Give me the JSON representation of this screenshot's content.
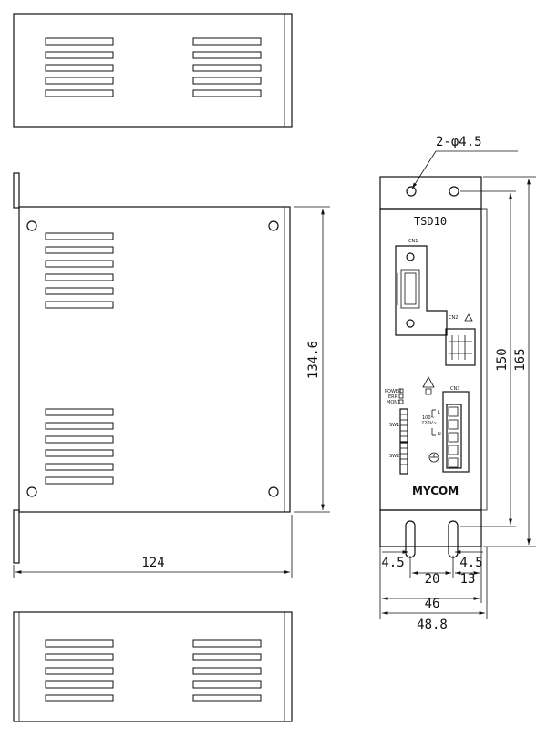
{
  "dimensions": {
    "height_side": "134.6",
    "width_side": "124",
    "hole_callout": "2-φ4.5",
    "height_inner": "150",
    "height_outer": "165",
    "offset_left": "4.5",
    "offset_right": "4.5",
    "pitch": "20",
    "right_gap": "13",
    "width_body": "46",
    "width_total": "48.8"
  },
  "front_panel": {
    "model": "TSD10",
    "connector_1": "CN1",
    "connector_2": "CN2",
    "connector_3": "CN3",
    "switch_1": "SW1",
    "switch_2": "SW2",
    "led_1": "POWER",
    "led_2": "ERR",
    "led_3": "MON1",
    "voltage_top": "100~",
    "voltage_bottom": "220V~",
    "terminal_l": "L",
    "terminal_n": "N",
    "brand": "MYCOM"
  }
}
